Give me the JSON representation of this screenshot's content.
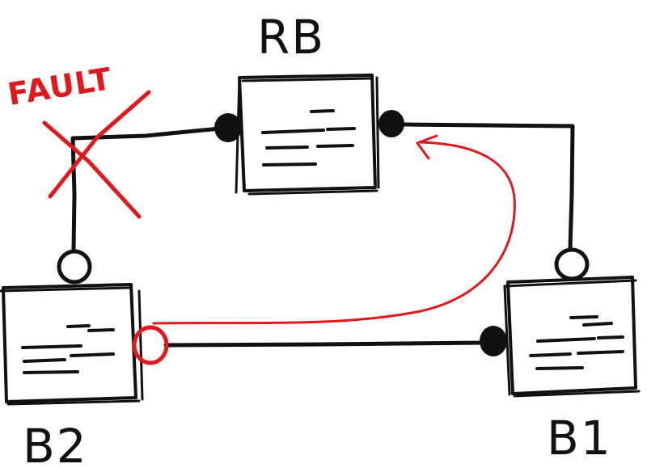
{
  "labels": {
    "rb": "RB",
    "b1": "B1",
    "b2": "B2",
    "fault": "FAULT"
  },
  "colors": {
    "ink": "#111111",
    "fault_red": "#e0191f"
  },
  "ports": {
    "rb_left": "closed",
    "rb_right": "closed",
    "b1_left": "closed",
    "b1_top": "open",
    "b2_top": "open",
    "b2_right": "open-highlighted"
  }
}
